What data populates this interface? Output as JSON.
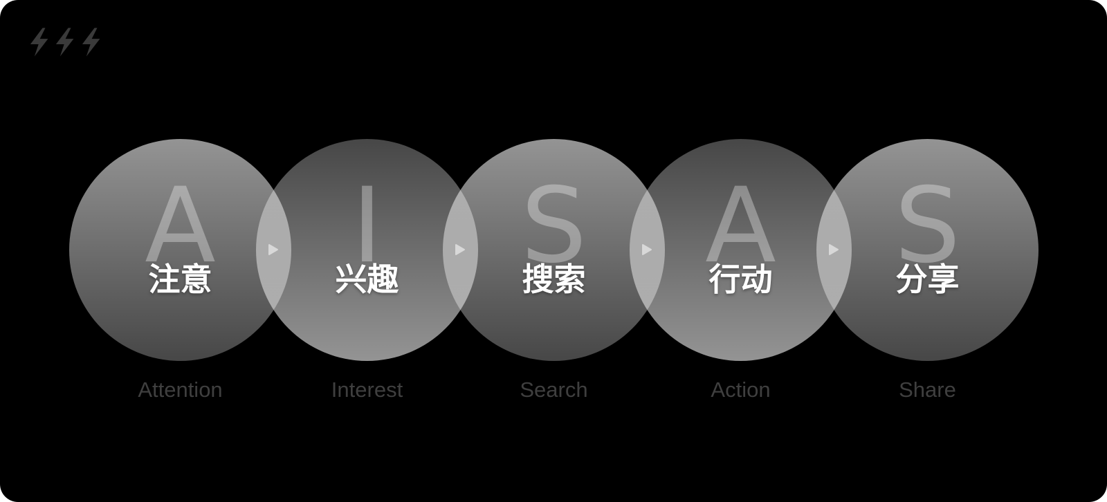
{
  "stages": [
    {
      "letter": "A",
      "chinese": "注意",
      "english": "Attention"
    },
    {
      "letter": "I",
      "chinese": "兴趣",
      "english": "Interest"
    },
    {
      "letter": "S",
      "chinese": "搜索",
      "english": "Search"
    },
    {
      "letter": "A",
      "chinese": "行动",
      "english": "Action"
    },
    {
      "letter": "S",
      "chinese": "分享",
      "english": "Share"
    }
  ],
  "logo_icon": "lightning-bolt-icon",
  "arrow_icon": "play-triangle-icon",
  "colors": {
    "background": "#000000",
    "english_label": "#3f3f3f",
    "bolt": "#3a3a3a"
  }
}
